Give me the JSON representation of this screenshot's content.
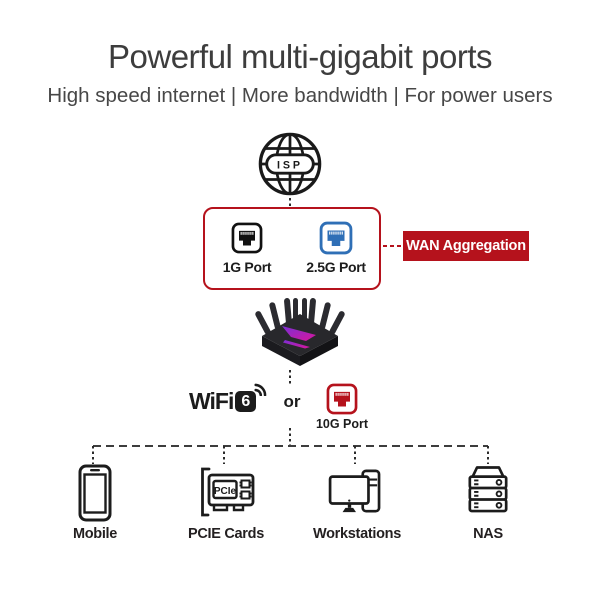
{
  "title": "Powerful multi-gigabit ports",
  "subtitle": "High speed internet | More bandwidth | For power users",
  "colors": {
    "accent_red": "#b5121c",
    "port_blue": "#2f6fb6",
    "ink": "#231f20",
    "rog_purple": "#7a2fd6",
    "rog_magenta": "#d9169c"
  },
  "isp": {
    "label": "ISP"
  },
  "wan_section": {
    "ports": [
      {
        "label": "1G Port"
      },
      {
        "label": "2.5G Port"
      }
    ],
    "tag": "WAN Aggregation"
  },
  "connectivity": {
    "wifi": "WiFi",
    "wifi_gen": "6",
    "or_label": "or",
    "port_label": "10G Port"
  },
  "devices": [
    {
      "label": "Mobile"
    },
    {
      "label": "PCIE Cards",
      "chip_text": "PCIe"
    },
    {
      "label": "Workstations"
    },
    {
      "label": "NAS"
    }
  ],
  "icons": {
    "top": "globe-isp-icon",
    "wan_ports": [
      "ethernet-port-1g-icon",
      "ethernet-port-2-5g-icon"
    ],
    "center": "rog-router-image",
    "wireless": "wifi-signal-icon",
    "wired": "ethernet-port-10g-icon",
    "clients": [
      "phone-icon",
      "pcie-card-icon",
      "workstation-icon",
      "nas-server-icon"
    ]
  }
}
